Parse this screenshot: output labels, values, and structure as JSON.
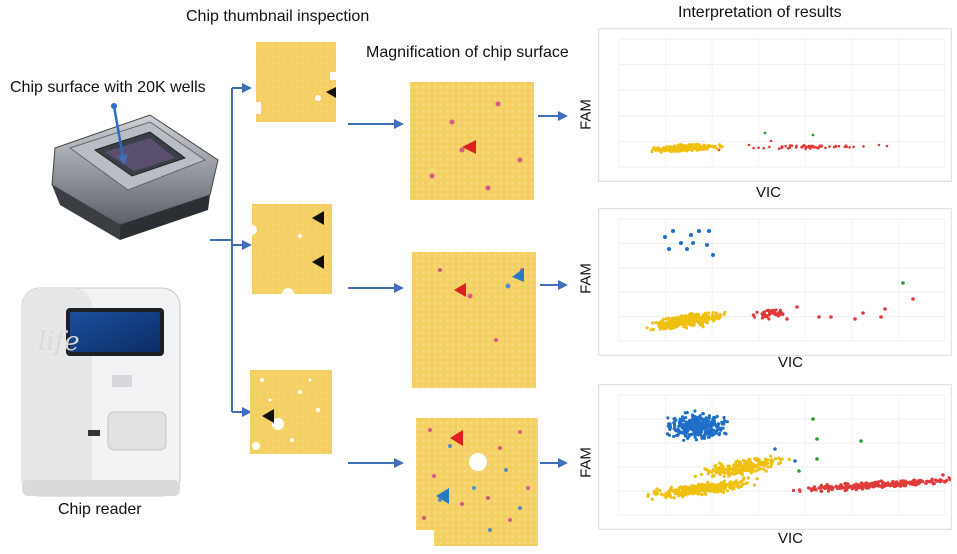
{
  "headings": {
    "inspection": "Chip thumbnail inspection",
    "magnification": "Magnification of chip surface",
    "interpretation": "Interpretation of results"
  },
  "labels": {
    "chip_surface": "Chip surface with 20K wells",
    "chip_reader": "Chip reader"
  },
  "plots": [
    {
      "ylabel": "FAM",
      "xlabel": "VIC"
    },
    {
      "ylabel": "FAM",
      "xlabel": "VIC"
    },
    {
      "ylabel": "FAM",
      "xlabel": "VIC"
    }
  ],
  "device_logo": "life",
  "colors": {
    "chip": "#f4cf63",
    "arrow": "#3f6fb8",
    "fam_positive": "#1f6fc8",
    "vic_positive": "#e03a3a",
    "double_positive": "#2e9a2e",
    "negative": "#f0c010"
  }
}
